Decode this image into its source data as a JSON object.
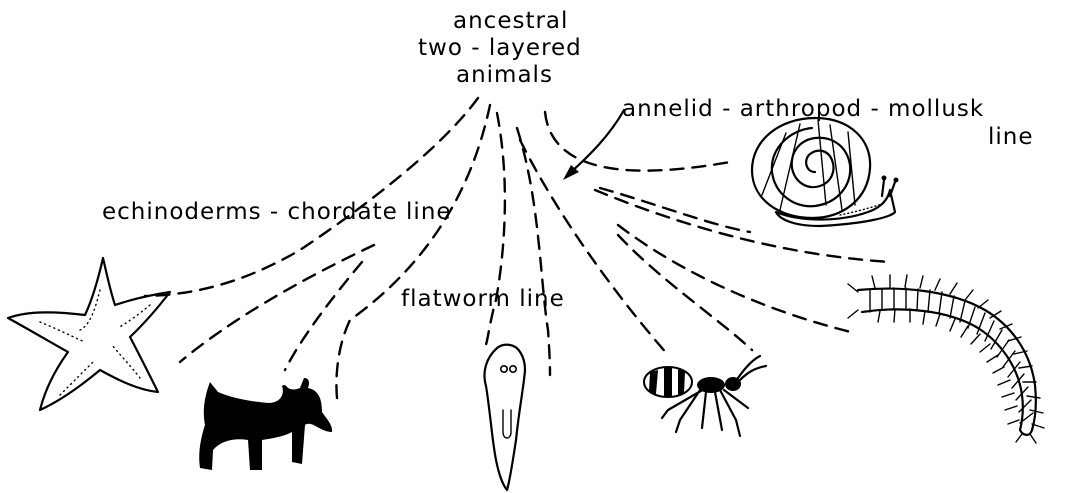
{
  "labels": {
    "root_line1": "ancestral",
    "root_line2": "two - layered",
    "root_line3": "animals",
    "annelid_line1": "annelid - arthropod - mollusk",
    "annelid_line2": "line",
    "echinoderm": "echinoderms - chordate line",
    "flatworm": "flatworm line"
  },
  "organisms": [
    "starfish-icon",
    "dog-icon",
    "flatworm-icon",
    "ant-icon",
    "snail-icon",
    "centipede-icon"
  ]
}
